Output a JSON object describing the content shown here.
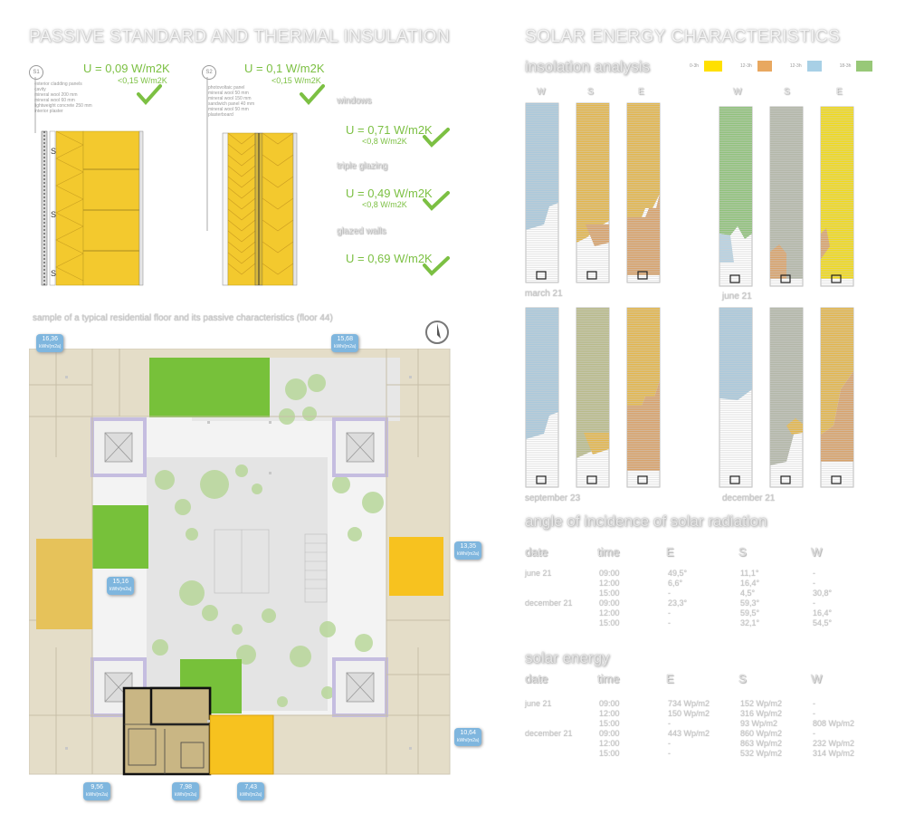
{
  "left_title": "PASSIVE STANDARD AND THERMAL INSULATION",
  "right_title": "SOLAR ENERGY CHARACTERISTICS",
  "wall1": {
    "tag": "S1",
    "u": "U = 0,09  W/m2K",
    "limit": "<0,15  W/m2K",
    "layers": [
      "exterior cladding panels",
      "cavity",
      "mineral wool 200 mm",
      "mineral wool 60 mm",
      "lightweight concrete 250 mm",
      "interior plaster"
    ]
  },
  "wall2": {
    "tag": "S2",
    "u": "U = 0,1  W/m2K",
    "limit": "<0,15  W/m2K",
    "layers": [
      "photovoltaic panel",
      "mineral wool 50 mm",
      "mineral wool 150 mm",
      "sandwich panel 40 mm",
      "mineral wool 50 mm",
      "plasterboard"
    ]
  },
  "windows": {
    "label": "windows",
    "u": "U = 0,71 W/m2K",
    "limit": "<0,8  W/m2K"
  },
  "triple": {
    "label": "triple glazing",
    "u": "U = 0,49 W/m2K",
    "limit": "<0,8  W/m2K"
  },
  "glazed": {
    "label": "glazed walls",
    "u": "U = 0,69 W/m2K"
  },
  "plan_caption": "sample of a typical residential floor and its passive characteristics (floor 44)",
  "callouts": [
    {
      "value": "16,36",
      "unit": "kWh/(m2a)"
    },
    {
      "value": "15,68",
      "unit": "kWh/(m2a)"
    },
    {
      "value": "13,35",
      "unit": "kWh/(m2a)"
    },
    {
      "value": "15,16",
      "unit": "kWh/(m2a)"
    },
    {
      "value": "10,64",
      "unit": "kWh/(m2a)"
    },
    {
      "value": "9,56",
      "unit": "kWh/(m2a)"
    },
    {
      "value": "7,98",
      "unit": "kWh/(m2a)"
    },
    {
      "value": "7,43",
      "unit": "kWh/(m2a)"
    }
  ],
  "insolation": {
    "title": "insolation analysis",
    "legend": [
      {
        "label": "0-3h",
        "color": "#ffe000"
      },
      {
        "label": "12-3h",
        "color": "#e8a860"
      },
      {
        "label": "12-3h",
        "color": "#a8d0e6"
      },
      {
        "label": "18-3h",
        "color": "#98c878"
      }
    ],
    "col_labels_a": [
      "W",
      "S",
      "E"
    ],
    "col_labels_b": [
      "W",
      "S",
      "E"
    ],
    "dates": [
      "march 21",
      "june 21",
      "september 23",
      "december 21"
    ]
  },
  "angle": {
    "title": "angle of incidence of solar radiation",
    "headers": [
      "date",
      "time",
      "E",
      "S",
      "W"
    ],
    "rows": [
      [
        "june 21",
        "09:00",
        "49,5°",
        "11,1°",
        "-"
      ],
      [
        "",
        "12:00",
        "6,6°",
        "16,4°",
        "-"
      ],
      [
        "",
        "15:00",
        "-",
        "4,5°",
        "30,8°"
      ],
      [
        "december 21",
        "09:00",
        "23,3°",
        "59,3°",
        "-"
      ],
      [
        "",
        "12:00",
        "-",
        "59,5°",
        "16,4°"
      ],
      [
        "",
        "15:00",
        "-",
        "32,1°",
        "54,5°"
      ]
    ]
  },
  "solar": {
    "title": "solar energy",
    "headers": [
      "date",
      "time",
      "E",
      "S",
      "W"
    ],
    "rows": [
      [
        "june 21",
        "09:00",
        "734 Wp/m2",
        "152 Wp/m2",
        "-"
      ],
      [
        "",
        "12:00",
        "150 Wp/m2",
        "316 Wp/m2",
        "-"
      ],
      [
        "",
        "15:00",
        "-",
        "93 Wp/m2",
        "808 Wp/m2"
      ],
      [
        "december 21",
        "09:00",
        "443 Wp/m2",
        "860 Wp/m2",
        "-"
      ],
      [
        "",
        "12:00",
        "-",
        "863 Wp/m2",
        "232 Wp/m2"
      ],
      [
        "",
        "15:00",
        "-",
        "532 Wp/m2",
        "314 Wp/m2"
      ]
    ]
  },
  "colors": {
    "insulation": "#f3c92e",
    "accent_green": "#7cc043",
    "callout": "#7fb6de",
    "unit": "#c9bb8e",
    "apartment_yellow": "#f7c21f"
  }
}
